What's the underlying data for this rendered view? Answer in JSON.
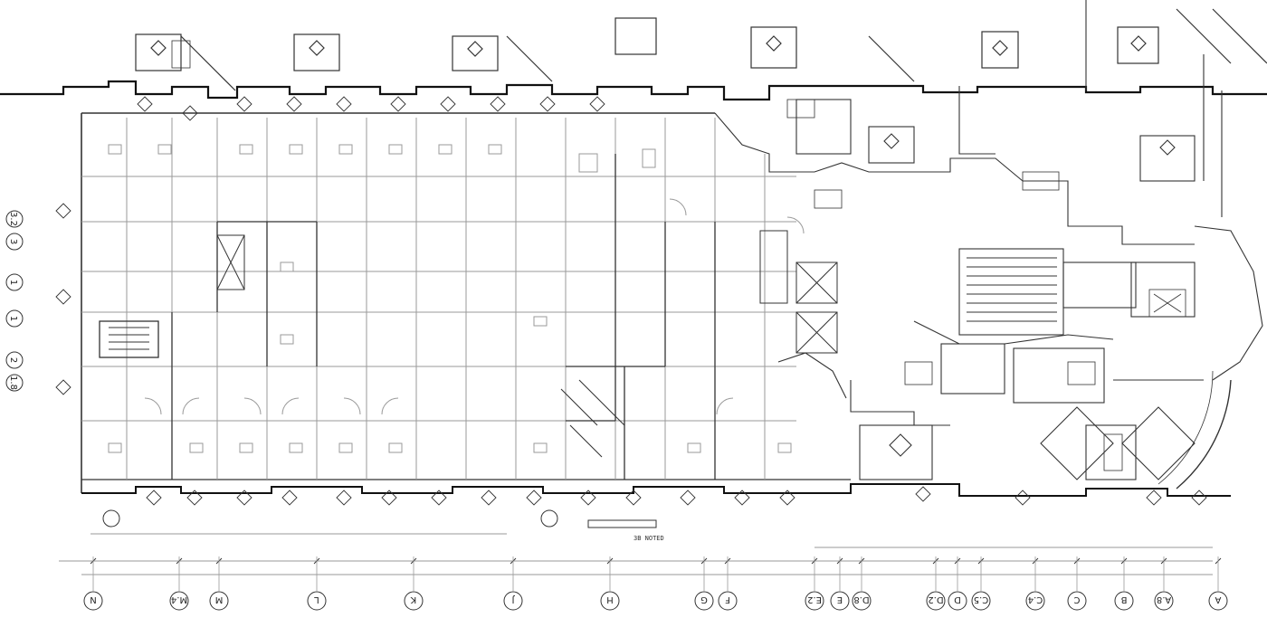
{
  "bottom_grid_labels": [
    "N",
    "M.4",
    "M",
    "L",
    "K",
    "J",
    "H",
    "G",
    "F",
    "E.2",
    "E",
    "D.8",
    "D.2",
    "D",
    "C.5",
    "C.4",
    "C",
    "B",
    "A.8",
    "A"
  ],
  "left_grid_labels": [
    "3.2",
    "3",
    "1",
    "1",
    "2",
    "1.8"
  ],
  "plan_note": "3B NOTED",
  "colors": {
    "line": "#111111",
    "faint_line": "#9a9a9a",
    "background": "#ffffff"
  }
}
